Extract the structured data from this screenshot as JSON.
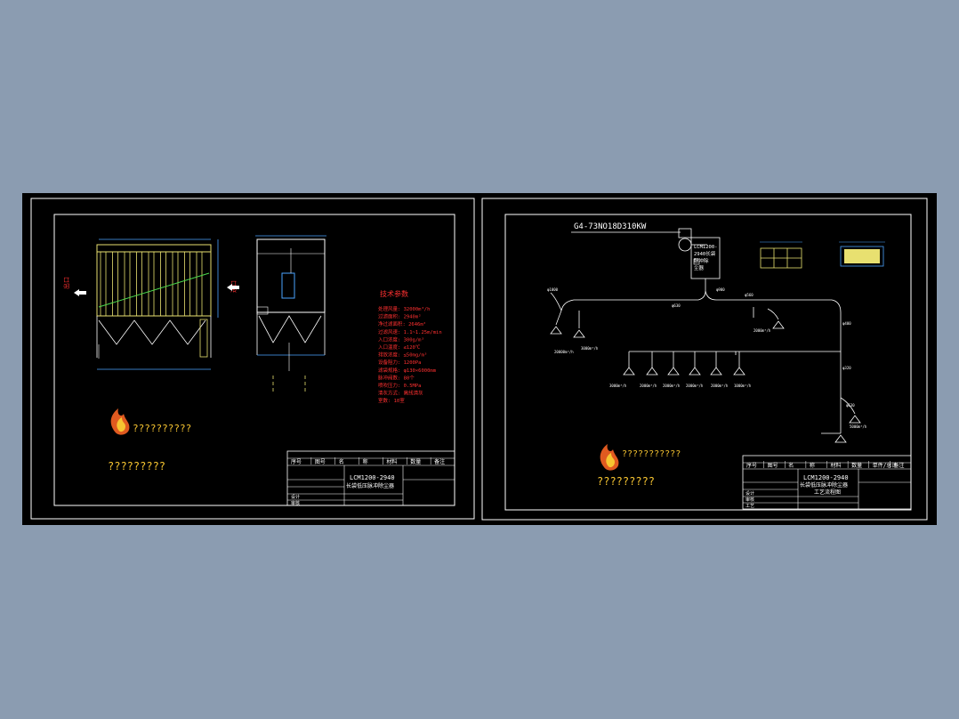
{
  "left_sheet": {
    "side_labels": {
      "outlet": "出口",
      "inlet": "进口"
    },
    "tech_title": "技术参数",
    "tech_params": [
      "处理风量: 32000m³/h",
      "过滤面积: 2940m²",
      "净过滤面积: 2646m²",
      "过滤风速: 1.1~1.25m/min",
      "入口浓度: 300g/m³",
      "入口温度: ≤120℃",
      "排放浓度: ≤50mg/m³",
      "设备阻力: 1200Pa",
      "滤袋规格: φ130×6000mm",
      "脉冲阀数: 80个",
      "喷吹压力: 0.5MPa",
      "清灰方式: 离线清灰",
      "室数: 10室"
    ],
    "logo_text": "??????????",
    "logo_subtext": "?????????",
    "title_block": {
      "header": [
        "序号",
        "图号",
        "名",
        "称",
        "材料",
        "数量",
        "备注"
      ],
      "drawing_name": "LCM1200-2940",
      "drawing_desc": "长袋低压脉冲除尘器",
      "row_labels": [
        "设计",
        "审核"
      ]
    }
  },
  "right_sheet": {
    "fan_label": "G4-73NO18D310KW",
    "collector_label": [
      "LCM1200-",
      "2940长袋",
      "脉冲除",
      "尘器"
    ],
    "duct_labels": [
      "φ900",
      "φ630",
      "φ1000",
      "φ560",
      "φ400",
      "φ320",
      "φ630"
    ],
    "hood_labels": [
      "20000m³/h",
      "3000m³/h",
      "3000m³/h",
      "2000m³/h",
      "2000m³/h",
      "2000m³/h",
      "2000m³/h",
      "1000m³/h",
      "2000m³/h",
      "5000m³/h"
    ],
    "logo_text": "???????????",
    "logo_subtext": "?????????",
    "title_block": {
      "header": [
        "序号",
        "图号",
        "名",
        "称",
        "材料",
        "数量",
        "单件/总计",
        "备注"
      ],
      "drawing_name": "LCM1200-2940",
      "drawing_desc": "长袋低压脉冲除尘器",
      "drawing_sub": "工艺流程图",
      "row_labels": [
        "设计",
        "审核",
        "工艺"
      ]
    }
  }
}
